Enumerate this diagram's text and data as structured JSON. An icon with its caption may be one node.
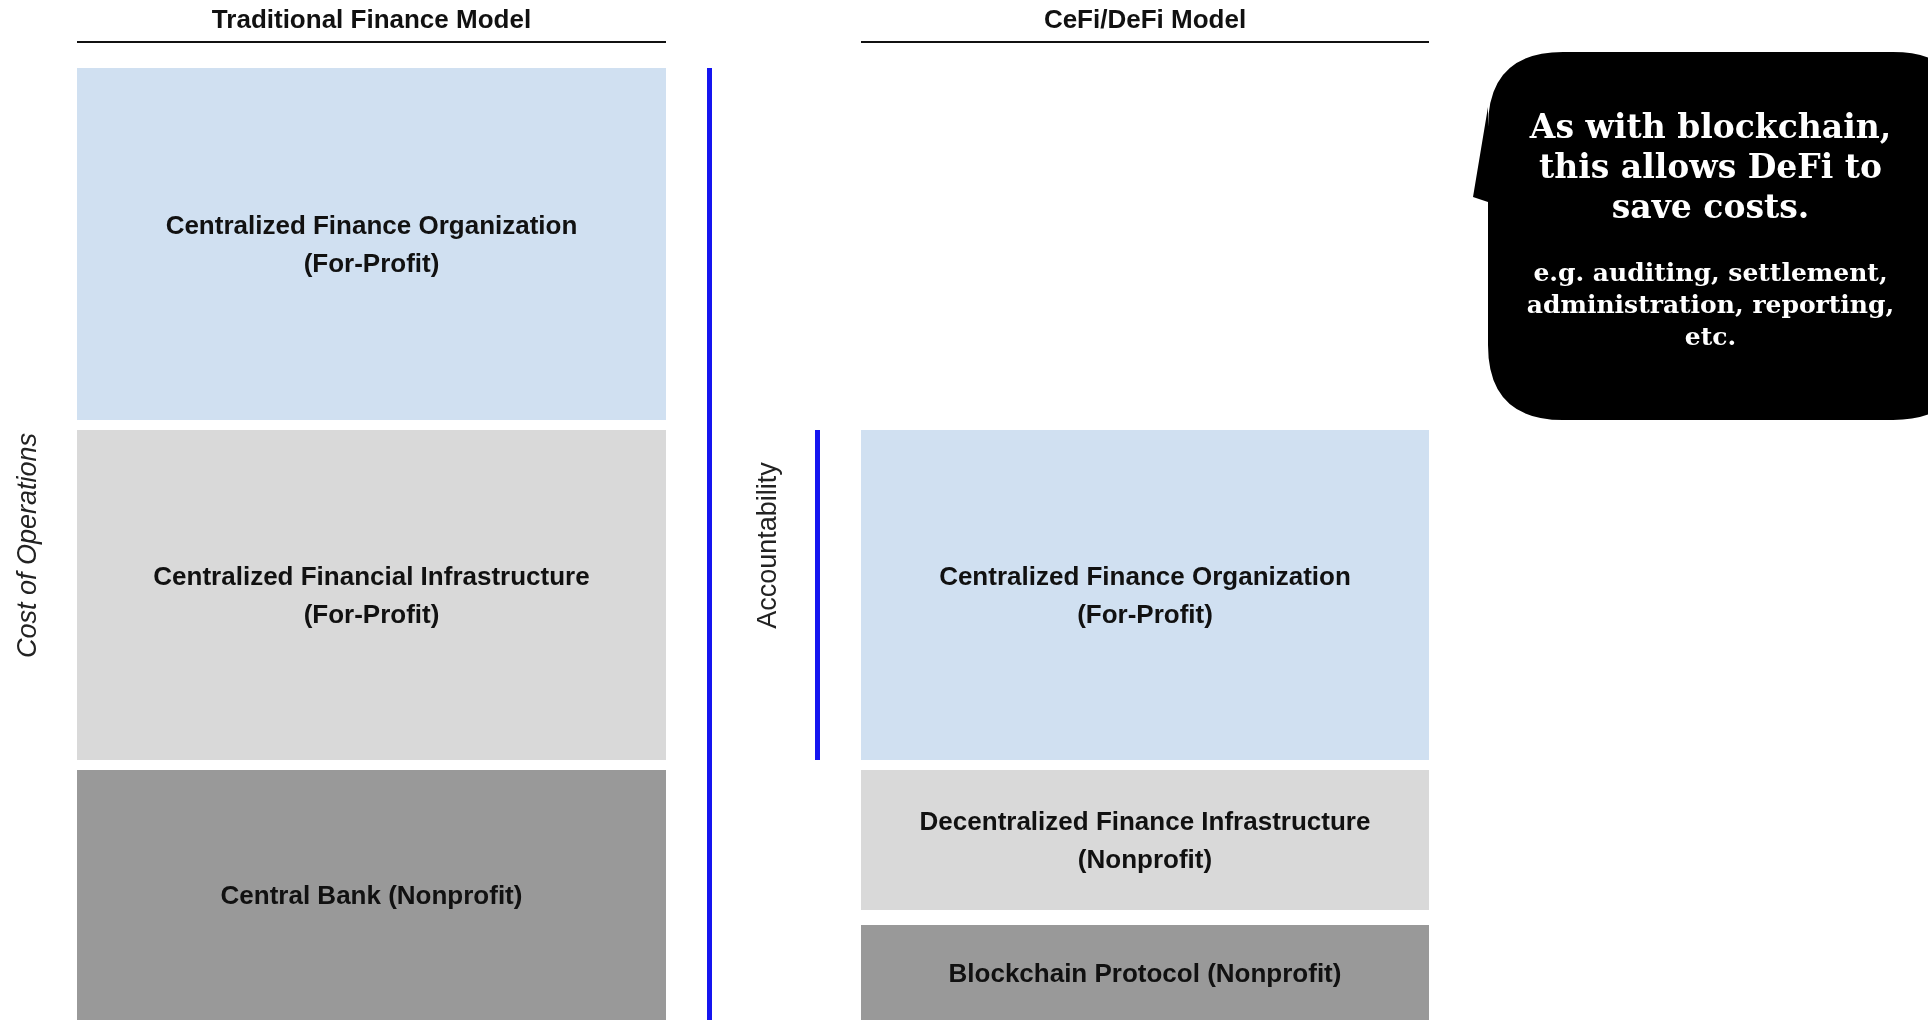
{
  "diagram": {
    "nodes": [
      {
        "text": [
          "Centralized Finance Organization",
          "(For-Profit)"
        ]
      },
      {
        "text": [
          "Centralized Financial Infrastructure",
          "(For-Profit)"
        ]
      },
      {
        "text": [
          "Central Bank (Nonprofit)"
        ]
      },
      {
        "text": [
          "Centralized Finance Organization",
          "(For-Profit)"
        ]
      },
      {
        "text": [
          "Decentralized Finance Infrastructure",
          "(Nonprofit)"
        ]
      },
      {
        "text": [
          "Blockchain Protocol (Nonprofit)"
        ]
      },
      {
        "text": [
          "As with blockchain, this allows DeFi to save costs.",
          "e.g. auditing, settlement, administration, reporting, etc."
        ]
      }
    ],
    "labels": [
      "Traditional Finance Model",
      "CeFi/DeFi Model",
      "Cost of Operations",
      "Accountability"
    ]
  }
}
